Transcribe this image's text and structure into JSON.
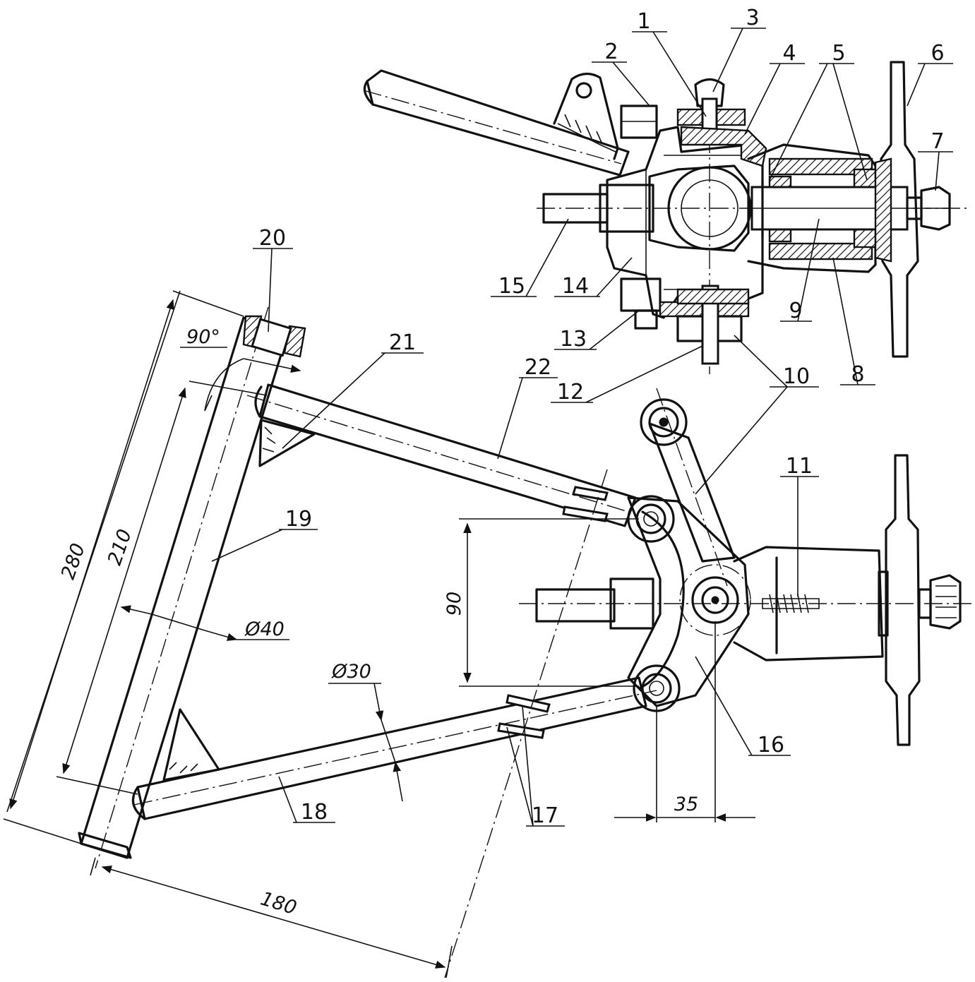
{
  "callouts": {
    "c1": "1",
    "c2": "2",
    "c3": "3",
    "c4": "4",
    "c5": "5",
    "c6": "6",
    "c7": "7",
    "c8": "8",
    "c9": "9",
    "c10": "10",
    "c11": "11",
    "c12": "12",
    "c13": "13",
    "c14": "14",
    "c15": "15",
    "c16": "16",
    "c17": "17",
    "c18": "18",
    "c19": "19",
    "c20": "20",
    "c21": "21",
    "c22": "22"
  },
  "dimensions": {
    "d280": "280",
    "d210": "210",
    "d180": "180",
    "d90": "90",
    "d35": "35",
    "d40": "Ø40",
    "d30": "Ø30",
    "a90": "90°"
  }
}
